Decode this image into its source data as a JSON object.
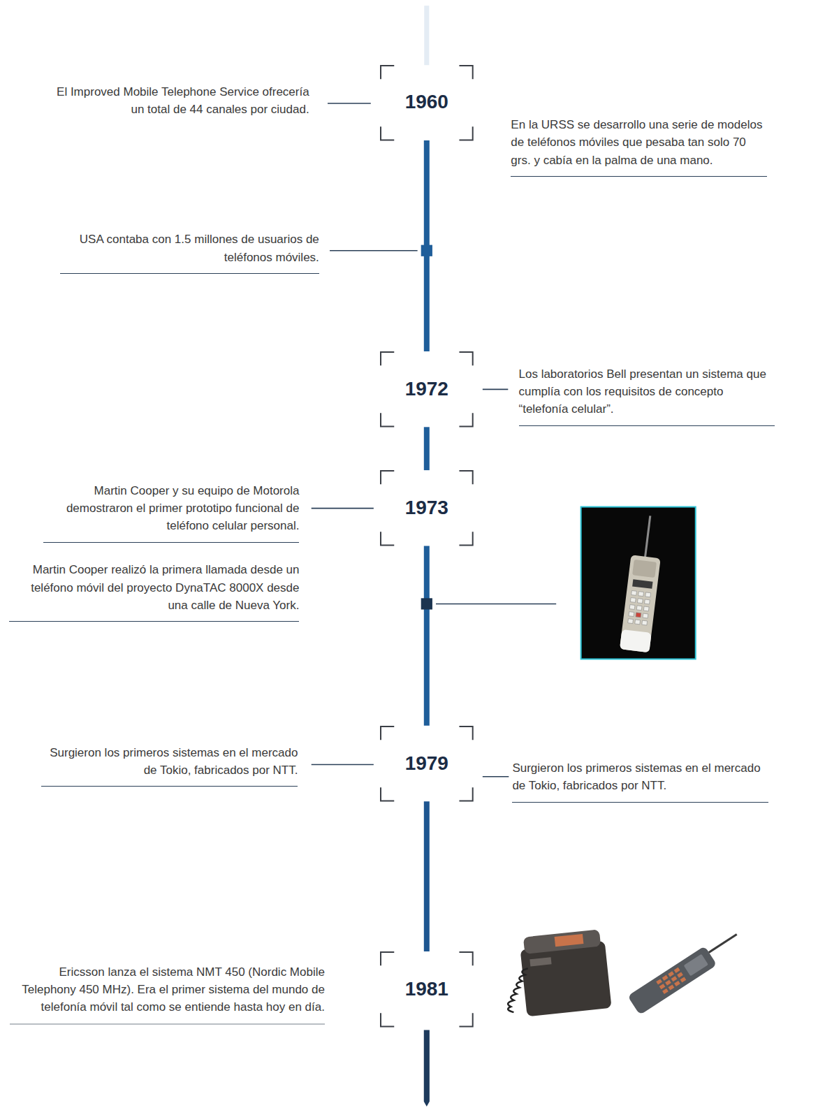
{
  "diagram": {
    "nodes": [
      {
        "text": [
          "1960"
        ]
      },
      {
        "text": [
          "1972"
        ]
      },
      {
        "text": [
          "1973"
        ]
      },
      {
        "text": [
          "1979"
        ]
      },
      {
        "text": [
          "1981"
        ]
      }
    ],
    "edges": [
      {
        "from": 0,
        "to": 1,
        "arrow": "none"
      },
      {
        "from": 1,
        "to": 2,
        "arrow": "none"
      },
      {
        "from": 2,
        "to": 3,
        "arrow": "none"
      },
      {
        "from": 3,
        "to": 4,
        "arrow": "none"
      }
    ],
    "labels": [
      "El Improved Mobile Telephone Service ofrecería un total de 44 canales por ciudad.",
      "En la URSS se desarrollo una serie de modelos de teléfonos móviles que pesaba tan solo 70 grs. y cabía en la palma de una mano.",
      "USA contaba con 1.5 millones de usuarios de teléfonos móviles.",
      "Los laboratorios Bell presentan un sistema que cumplía con los requisitos de concepto “telefonía celular”.",
      "Martin Cooper y su equipo de Motorola demostraron el primer prototipo funcional de teléfono celular personal.",
      "Martin Cooper realizó la primera llamada desde un teléfono móvil del proyecto DynaTAC 8000X desde una calle de Nueva York.",
      "Surgieron los primeros sistemas en el mercado de Tokio, fabricados por NTT.",
      "Surgieron los primeros sistemas en el mercado de Tokio, fabricados por NTT.",
      "Ericsson lanza el sistema NMT 450 (Nordic Mobile Telephony 450 MHz). Era el primer sistema del mundo de telefonía móvil tal como se entiende hasta hoy en día."
    ]
  }
}
